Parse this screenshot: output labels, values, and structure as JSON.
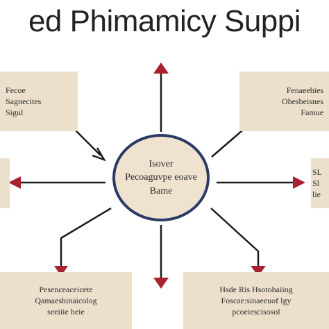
{
  "title": "ed Phimamicy Suppi",
  "hub": {
    "lines": [
      "Isover",
      "Pecoaguvpe eoave",
      "Bame"
    ]
  },
  "boxes": {
    "top_left": {
      "lines": [
        "Fecoe",
        "Sagnecites",
        "Sigul"
      ]
    },
    "top_right": {
      "lines": [
        "Fenaeehies",
        "Ohesbeisnes",
        "Famue"
      ]
    },
    "mid_left": {
      "lines": []
    },
    "mid_right": {
      "lines": [
        "SL",
        "Sl",
        "lie"
      ]
    },
    "bottom_left": {
      "lines": [
        "Pesenceaceicete",
        "Qamaeshinaicolog",
        "seeiiie heie"
      ]
    },
    "bottom_right": {
      "lines": [
        "Hsde Ris Hsotohaiing",
        "Foscae:sinaeeuof lgy",
        "pcoeiescisosol"
      ]
    }
  },
  "colors": {
    "arrow_red": "#a8232f",
    "line_dark": "#1c1c1c",
    "hub_ring": "#2c3a66",
    "box_fill": "#ece0cc"
  }
}
